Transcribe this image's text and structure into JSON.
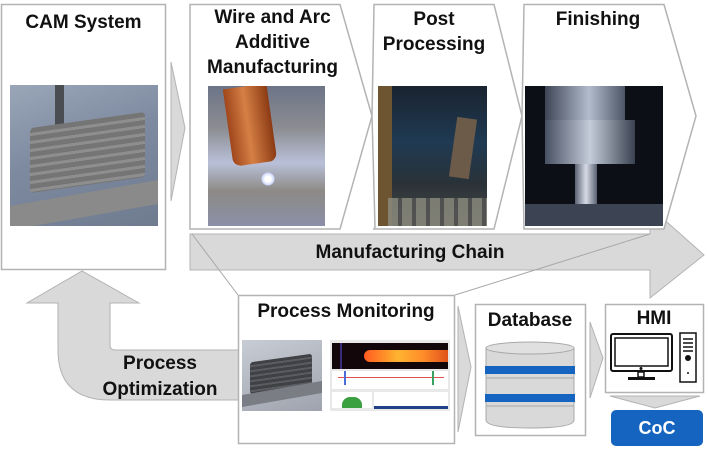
{
  "colors": {
    "panel_border": "#b3b3b3",
    "arrow_fill": "#d9d9d9",
    "arrow_stroke": "#b3b3b3",
    "accent_blue": "#1565c0",
    "coc_fill": "#1565c0",
    "text": "#111111"
  },
  "stages": [
    {
      "title": "CAM System",
      "image": "cam-render-of-wire-arc-part"
    },
    {
      "title": "Wire and Arc Additive Manufacturing",
      "title_lines": [
        "Wire and Arc",
        "Additive",
        "Manufacturing"
      ],
      "image": "welding-torch-photo"
    },
    {
      "title": "Post Processing",
      "title_lines": [
        "Post",
        "Processing"
      ],
      "image": "heat-treatment-furnace-photo"
    },
    {
      "title": "Finishing",
      "image": "milling-tool-photo"
    }
  ],
  "manufacturing_chain": {
    "label": "Manufacturing Chain"
  },
  "process_monitoring": {
    "title": "Process Monitoring",
    "images": [
      "part-render",
      "monitoring-software-screenshot"
    ]
  },
  "process_optimization": {
    "line1": "Process",
    "line2": "Optimization"
  },
  "database": {
    "title": "Database",
    "icon": "database-icon"
  },
  "hmi": {
    "title": "HMI",
    "icon": "computer-icon"
  },
  "coc": {
    "label": "CoC"
  }
}
